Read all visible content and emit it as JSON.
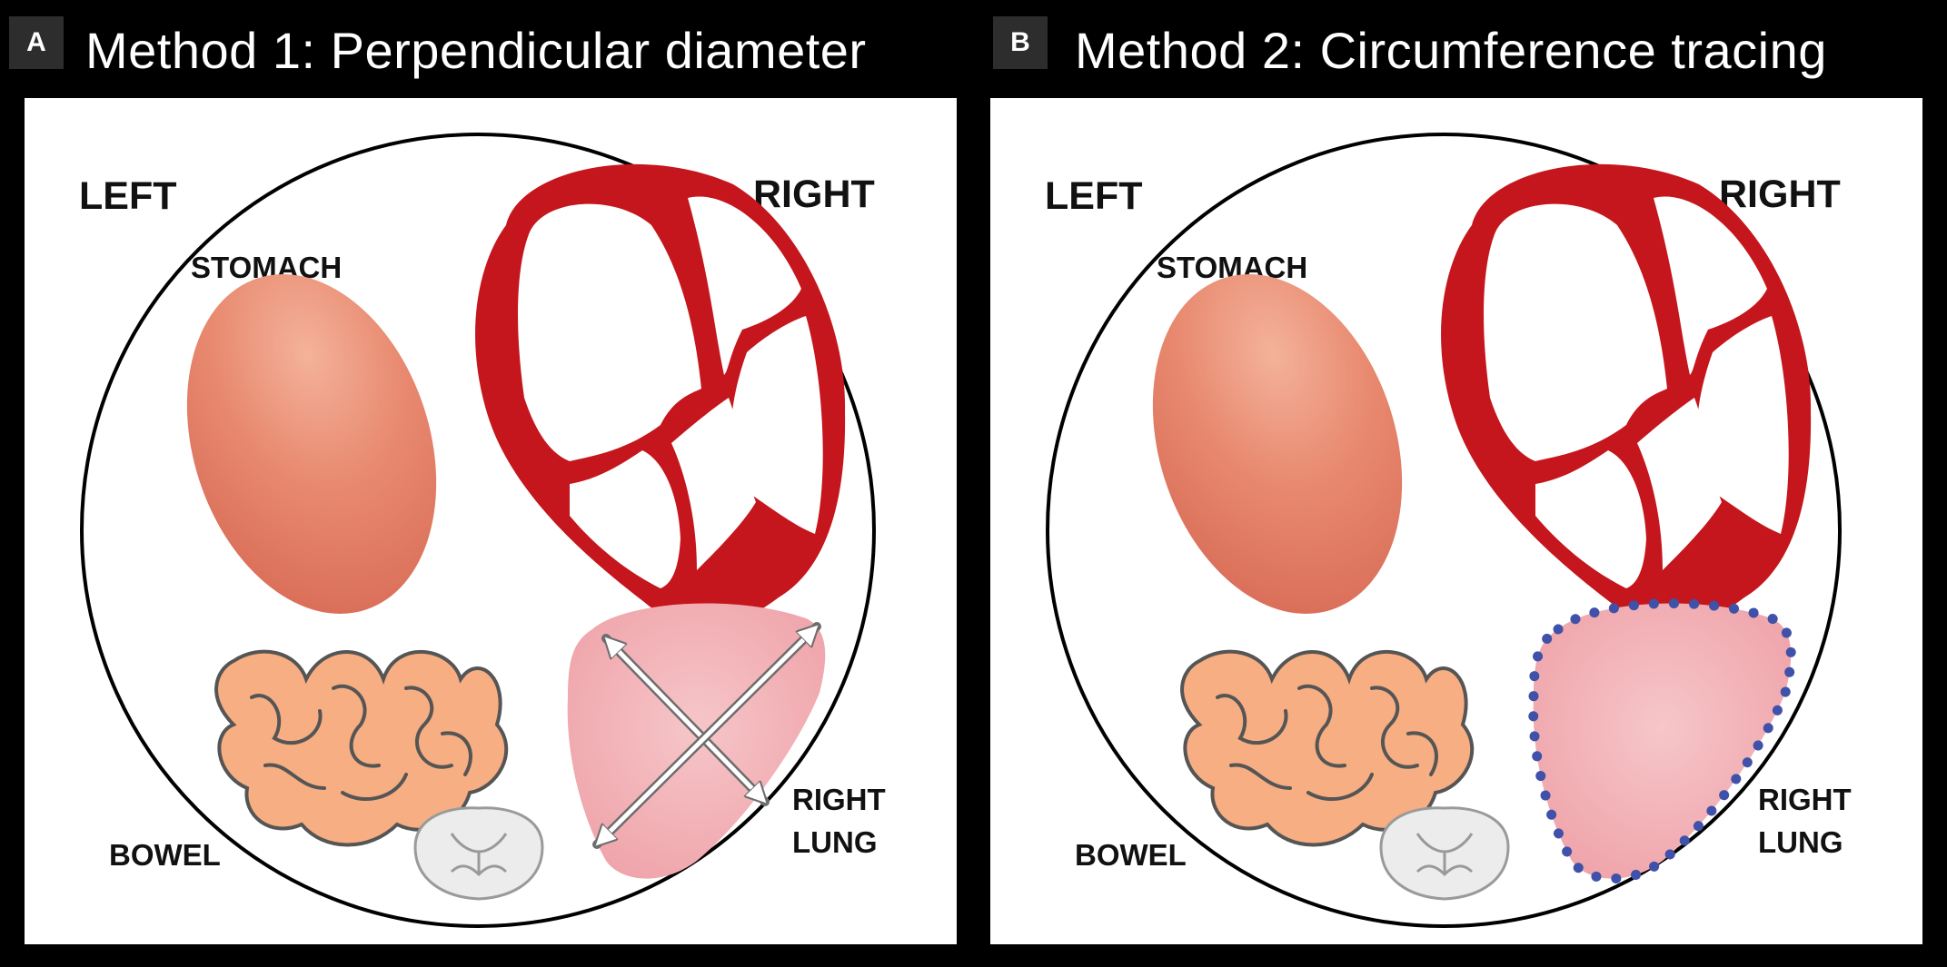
{
  "panels": [
    {
      "badge": "A",
      "title": "Method 1:  Perpendicular diameter",
      "labels": {
        "left": "LEFT",
        "right": "RIGHT",
        "stomach": "STOMACH",
        "bowel": "BOWEL",
        "lung_line1": "RIGHT",
        "lung_line2": "LUNG"
      },
      "measurement": "perpendicular-diameter-arrows"
    },
    {
      "badge": "B",
      "title": "Method 2:  Circumference tracing",
      "labels": {
        "left": "LEFT",
        "right": "RIGHT",
        "stomach": "STOMACH",
        "bowel": "BOWEL",
        "lung_line1": "RIGHT",
        "lung_line2": "LUNG"
      },
      "measurement": "dotted-circumference-trace"
    }
  ],
  "colors": {
    "background": "#000000",
    "heart": "#c4161c",
    "stomach": "#e5846c",
    "lung": "#f2b0b5",
    "bowel": "#f7ae82",
    "trace_dots": "#3f51a8"
  }
}
